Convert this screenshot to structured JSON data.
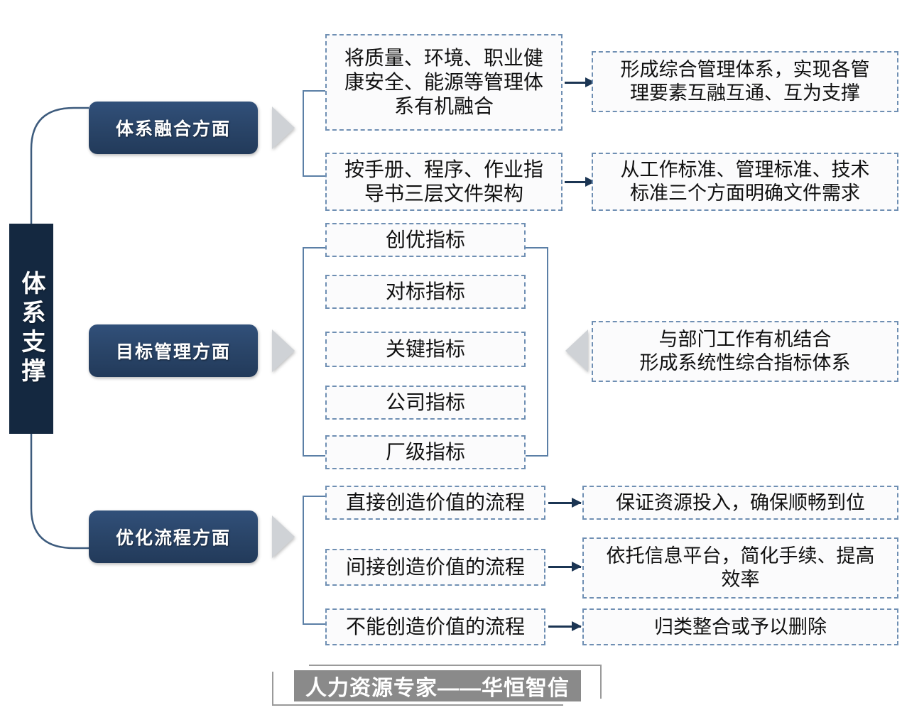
{
  "pillar": {
    "label": "体系支撑"
  },
  "categories": [
    {
      "label": "体系融合方面"
    },
    {
      "label": "目标管理方面"
    },
    {
      "label": "优化流程方面"
    }
  ],
  "system_integration": {
    "items": [
      {
        "source": "将质量、环境、职业健康安全、能源等管理体系有机融合",
        "source_lines": [
          "将质量、环境、职业健",
          "康安全、能源等管理体",
          "系有机融合"
        ],
        "target": "形成综合管理体系，实现各管理要素互融互通、互为支撑",
        "target_lines": [
          "形成综合管理体系，实现各管",
          "理要素互融互通、互为支撑"
        ]
      },
      {
        "source": "按手册、程序、作业指导书三层文件架构",
        "source_lines": [
          "按手册、程序、作业指",
          "导书三层文件架构"
        ],
        "target": "从工作标准、管理标准、技术标准三个方面明确文件需求",
        "target_lines": [
          "从工作标准、管理标准、技术",
          "标准三个方面明确文件需求"
        ]
      }
    ]
  },
  "goal_management": {
    "indicators": [
      {
        "label": "创优指标"
      },
      {
        "label": "对标指标"
      },
      {
        "label": "关键指标"
      },
      {
        "label": "公司指标"
      },
      {
        "label": "厂级指标"
      }
    ],
    "summary": "与部门工作有机结合 形成系统性综合指标体系",
    "summary_lines": [
      "与部门工作有机结合",
      "形成系统性综合指标体系"
    ]
  },
  "process_optimization": {
    "items": [
      {
        "source": "直接创造价值的流程",
        "target": "保证资源投入，确保顺畅到位",
        "target_lines": [
          "保证资源投入，确保顺畅到位"
        ]
      },
      {
        "source": "间接创造价值的流程",
        "target": "依托信息平台，简化手续、提高效率",
        "target_lines": [
          "依托信息平台，简化手续、提高",
          "效率"
        ]
      },
      {
        "source": "不能创造价值的流程",
        "target": "归类整合或予以删除",
        "target_lines": [
          "归类整合或予以删除"
        ]
      }
    ]
  },
  "watermark": {
    "text": "人力资源专家——华恒智信"
  },
  "colors": {
    "pillar_bg": "#142840",
    "category_bg": "#2A4569",
    "dash_border": "#6f8fb3",
    "arrow": "#1b3553",
    "bracket": "#5b7fa6",
    "triangle": "#cfd2d6",
    "watermark_band": "#8a8a8a"
  }
}
